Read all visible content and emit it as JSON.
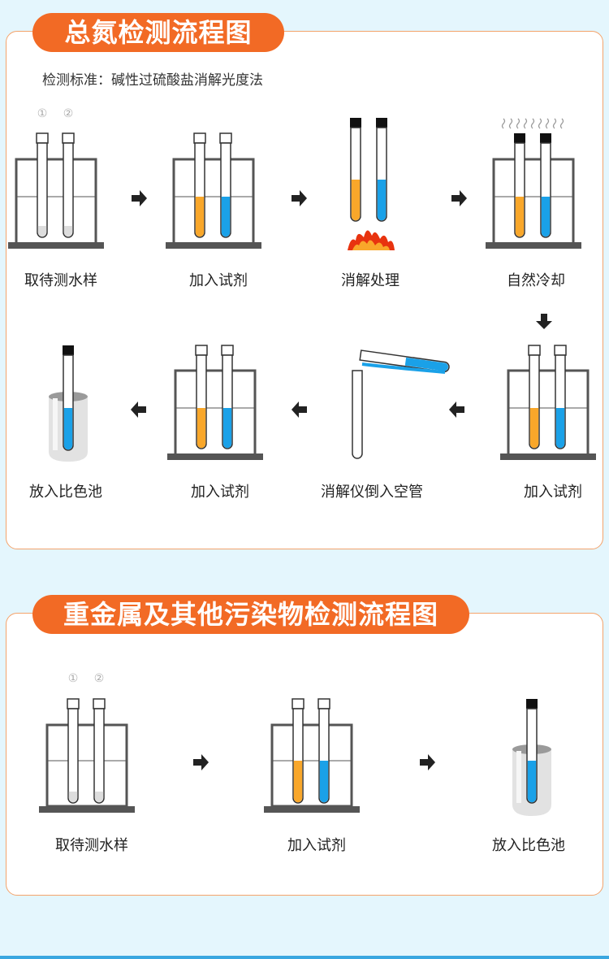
{
  "section1": {
    "title": "总氮检测流程图",
    "standard": "检测标准：碱性过硫酸盐消解光度法",
    "tube_markers": [
      "①",
      "②"
    ],
    "steps": [
      {
        "label": "取待测水样"
      },
      {
        "label": "加入试剂"
      },
      {
        "label": "消解处理"
      },
      {
        "label": "自然冷却"
      },
      {
        "label": "加入试剂"
      },
      {
        "label": "消解仪倒入空管"
      },
      {
        "label": "加入试剂"
      },
      {
        "label": "放入比色池"
      }
    ]
  },
  "section2": {
    "title": "重金属及其他污染物检测流程图",
    "tube_markers": [
      "①",
      "②"
    ],
    "steps": [
      {
        "label": "取待测水样"
      },
      {
        "label": "加入试剂"
      },
      {
        "label": "放入比色池"
      }
    ]
  },
  "colors": {
    "accent": "#f26a25",
    "orange_liquid": "#f9a72a",
    "blue_liquid": "#1aa1e8",
    "sample_liquid": "#dddddd"
  }
}
